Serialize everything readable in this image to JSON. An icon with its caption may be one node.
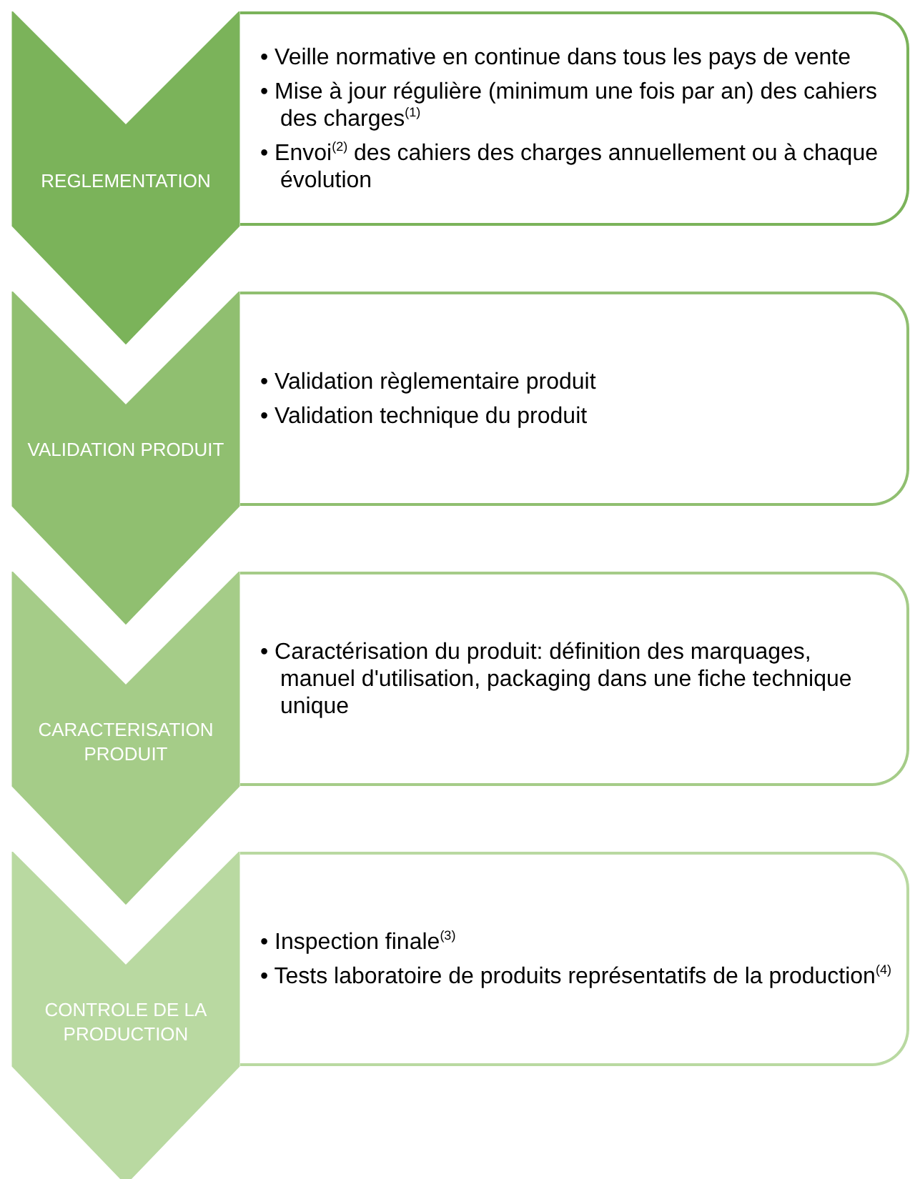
{
  "diagram": {
    "nodes": [
      {
        "text": [
          "REGLEMENTATION"
        ]
      },
      {
        "text": [
          "• Veille normative en continue dans tous les pays de vente",
          "• Mise à jour régulière (minimum une fois par an) des cahiers des charges$^{(1)}$",
          "• Envoi$^{(2)}$ des cahiers des charges annuellement ou à chaque évolution"
        ]
      },
      {
        "text": [
          "VALIDATION PRODUIT"
        ]
      },
      {
        "text": [
          "• Validation règlementaire produit",
          "• Validation technique du produit"
        ]
      },
      {
        "text": [
          "CARACTERISATION PRODUIT"
        ]
      },
      {
        "text": [
          "• Caractérisation du produit: définition des marquages, manuel d'utilisation, packaging dans une fiche technique unique"
        ]
      },
      {
        "text": [
          "CONTROLE DE LA PRODUCTION"
        ]
      },
      {
        "text": [
          "• Inspection finale$^{(3)}$",
          "• Tests laboratoire de produits représentatifs de la production$^{(4)}$"
        ]
      }
    ]
  }
}
